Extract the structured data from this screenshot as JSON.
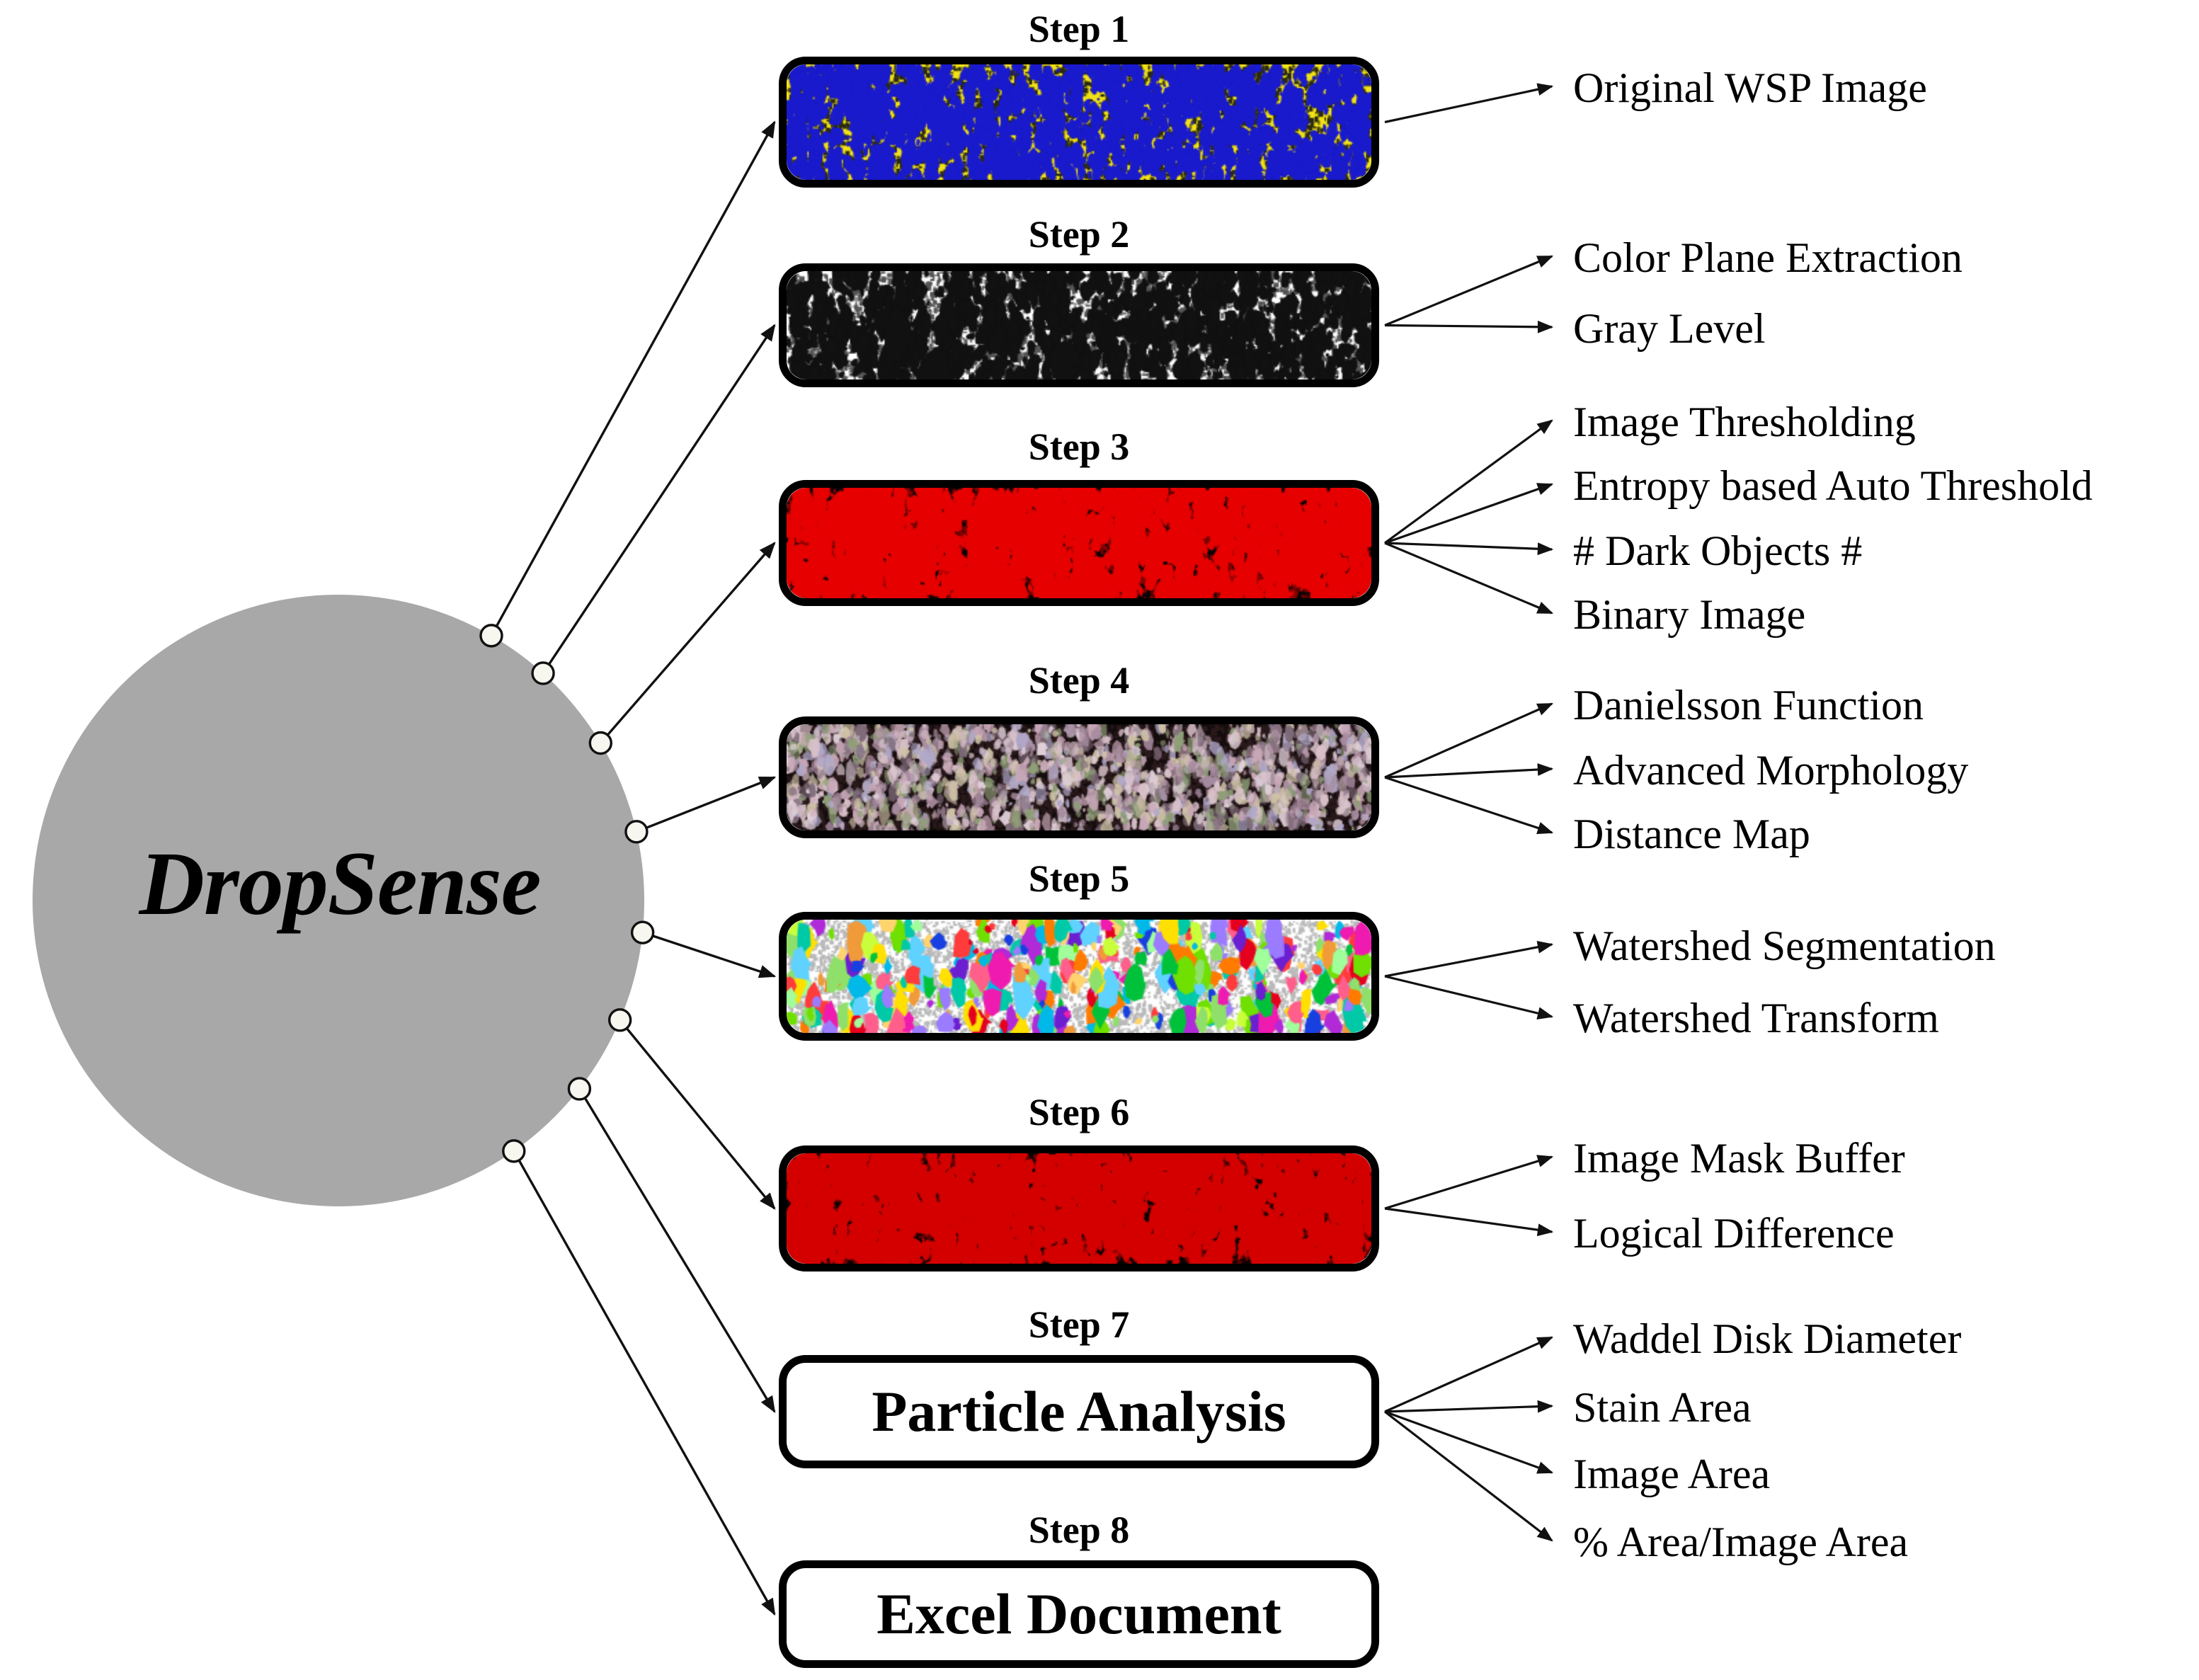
{
  "hub": {
    "label": "DropSense",
    "fill": "#a8a8a8",
    "text_color": "#000000"
  },
  "steps": [
    {
      "id": "step1",
      "title": "Step 1",
      "kind": "image",
      "texture": "wsp-yellow-blue",
      "colors": {
        "background": "#f2e215",
        "stain": "#1a1acd",
        "speck": "#2b2b12"
      },
      "outputs": [
        "Original WSP Image"
      ]
    },
    {
      "id": "step2",
      "title": "Step 2",
      "kind": "image",
      "texture": "grayscale-bw",
      "colors": {
        "background": "#ffffff",
        "stain": "#111111",
        "speck": "#555555"
      },
      "outputs": [
        "Color Plane Extraction",
        "Gray Level"
      ]
    },
    {
      "id": "step3",
      "title": "Step 3",
      "kind": "image",
      "texture": "binary-red",
      "colors": {
        "background": "#0a0405",
        "stain": "#e60000",
        "speck": "#8a0000"
      },
      "outputs": [
        "Image Thresholding",
        "Entropy based Auto Threshold",
        "# Dark Objects #",
        "Binary Image"
      ]
    },
    {
      "id": "step4",
      "title": "Step 4",
      "kind": "image",
      "texture": "distance-map",
      "colors": {
        "background": "#140c0d",
        "stain": "#c9a8b8",
        "speck": "#6b4450"
      },
      "outputs": [
        "Danielsson Function",
        "Advanced Morphology",
        "Distance Map"
      ]
    },
    {
      "id": "step5",
      "title": "Step 5",
      "kind": "image",
      "texture": "watershed-color",
      "colors": {
        "background": "#fefefe",
        "speck": "#b9b9b9"
      },
      "outputs": [
        "Watershed Segmentation",
        "Watershed Transform"
      ]
    },
    {
      "id": "step6",
      "title": "Step 6",
      "kind": "image",
      "texture": "mask-red",
      "colors": {
        "background": "#080303",
        "stain": "#d40000",
        "speck": "#6e0000"
      },
      "outputs": [
        "Image Mask Buffer",
        "Logical Difference"
      ]
    },
    {
      "id": "step7",
      "title": "Step 7",
      "kind": "text",
      "box_text": "Particle Analysis",
      "outputs": [
        "Waddel Disk Diameter",
        "Stain Area",
        "Image Area",
        "% Area/Image Area"
      ]
    },
    {
      "id": "step8",
      "title": "Step 8",
      "kind": "text",
      "box_text": "Excel Document",
      "outputs": []
    }
  ]
}
